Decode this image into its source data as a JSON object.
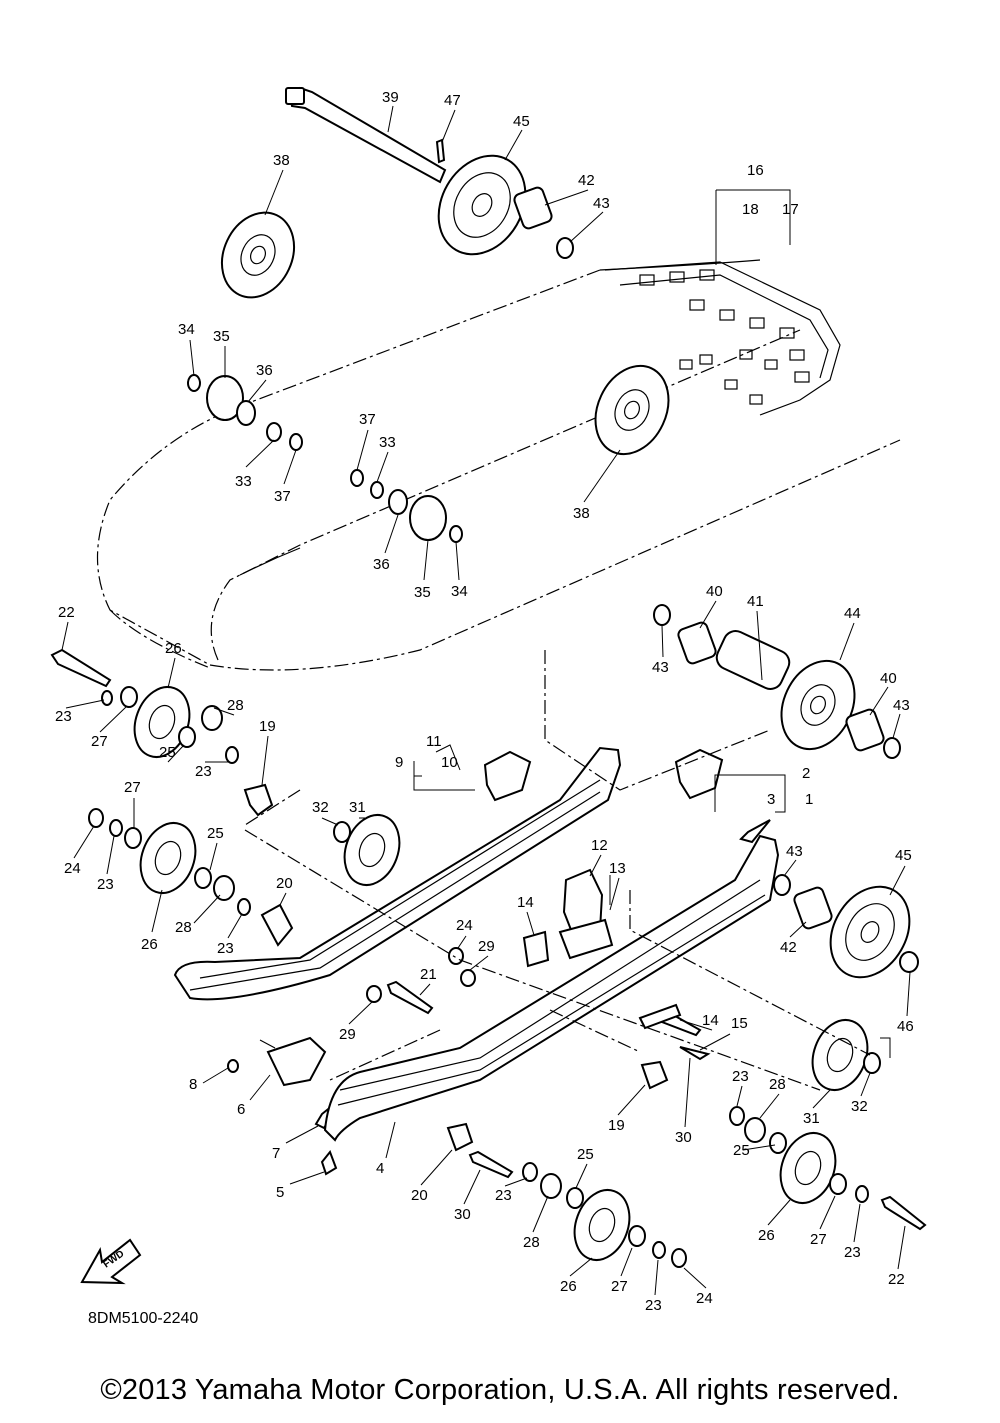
{
  "diagram_code": "8DM5100-2240",
  "copyright": "©2013 Yamaha Motor Corporation, U.S.A. All rights reserved.",
  "fwd_label": "FWD",
  "callouts": [
    {
      "id": "c39",
      "label": "39"
    },
    {
      "id": "c47",
      "label": "47"
    },
    {
      "id": "c45a",
      "label": "45"
    },
    {
      "id": "c38a",
      "label": "38"
    },
    {
      "id": "c42a",
      "label": "42"
    },
    {
      "id": "c43a",
      "label": "43"
    },
    {
      "id": "c16",
      "label": "16"
    },
    {
      "id": "c18",
      "label": "18"
    },
    {
      "id": "c17",
      "label": "17"
    },
    {
      "id": "c34a",
      "label": "34"
    },
    {
      "id": "c35a",
      "label": "35"
    },
    {
      "id": "c36a",
      "label": "36"
    },
    {
      "id": "c33a",
      "label": "33"
    },
    {
      "id": "c37a",
      "label": "37"
    },
    {
      "id": "c37b",
      "label": "37"
    },
    {
      "id": "c33b",
      "label": "33"
    },
    {
      "id": "c38b",
      "label": "38"
    },
    {
      "id": "c36b",
      "label": "36"
    },
    {
      "id": "c35b",
      "label": "35"
    },
    {
      "id": "c34b",
      "label": "34"
    },
    {
      "id": "c22a",
      "label": "22"
    },
    {
      "id": "c26a",
      "label": "26"
    },
    {
      "id": "c23a",
      "label": "23"
    },
    {
      "id": "c27a",
      "label": "27"
    },
    {
      "id": "c28a",
      "label": "28"
    },
    {
      "id": "c19a",
      "label": "19"
    },
    {
      "id": "c25a",
      "label": "25"
    },
    {
      "id": "c23b",
      "label": "23"
    },
    {
      "id": "c40a",
      "label": "40"
    },
    {
      "id": "c41",
      "label": "41"
    },
    {
      "id": "c44",
      "label": "44"
    },
    {
      "id": "c43b",
      "label": "43"
    },
    {
      "id": "c40b",
      "label": "40"
    },
    {
      "id": "c43c",
      "label": "43"
    },
    {
      "id": "c11",
      "label": "11"
    },
    {
      "id": "c9",
      "label": "9"
    },
    {
      "id": "c10",
      "label": "10"
    },
    {
      "id": "c2",
      "label": "2"
    },
    {
      "id": "c3",
      "label": "3"
    },
    {
      "id": "c1",
      "label": "1"
    },
    {
      "id": "c32a",
      "label": "32"
    },
    {
      "id": "c31a",
      "label": "31"
    },
    {
      "id": "c27b",
      "label": "27"
    },
    {
      "id": "c24a",
      "label": "24"
    },
    {
      "id": "c23c",
      "label": "23"
    },
    {
      "id": "c25b",
      "label": "25"
    },
    {
      "id": "c26b",
      "label": "26"
    },
    {
      "id": "c28b",
      "label": "28"
    },
    {
      "id": "c23d",
      "label": "23"
    },
    {
      "id": "c20a",
      "label": "20"
    },
    {
      "id": "c12",
      "label": "12"
    },
    {
      "id": "c13",
      "label": "13"
    },
    {
      "id": "c14a",
      "label": "14"
    },
    {
      "id": "c43d",
      "label": "43"
    },
    {
      "id": "c45b",
      "label": "45"
    },
    {
      "id": "c42b",
      "label": "42"
    },
    {
      "id": "c24b",
      "label": "24"
    },
    {
      "id": "c29a",
      "label": "29"
    },
    {
      "id": "c21",
      "label": "21"
    },
    {
      "id": "c29b",
      "label": "29"
    },
    {
      "id": "c46",
      "label": "46"
    },
    {
      "id": "c14b",
      "label": "14"
    },
    {
      "id": "c15",
      "label": "15"
    },
    {
      "id": "c8",
      "label": "8"
    },
    {
      "id": "c6",
      "label": "6"
    },
    {
      "id": "c7",
      "label": "7"
    },
    {
      "id": "c4",
      "label": "4"
    },
    {
      "id": "c5",
      "label": "5"
    },
    {
      "id": "c31b",
      "label": "31"
    },
    {
      "id": "c32b",
      "label": "32"
    },
    {
      "id": "c23e",
      "label": "23"
    },
    {
      "id": "c28c",
      "label": "28"
    },
    {
      "id": "c19b",
      "label": "19"
    },
    {
      "id": "c30a",
      "label": "30"
    },
    {
      "id": "c25c",
      "label": "25"
    },
    {
      "id": "c20b",
      "label": "20"
    },
    {
      "id": "c30b",
      "label": "30"
    },
    {
      "id": "c23f",
      "label": "23"
    },
    {
      "id": "c28d",
      "label": "28"
    },
    {
      "id": "c25d",
      "label": "25"
    },
    {
      "id": "c26c",
      "label": "26"
    },
    {
      "id": "c27c",
      "label": "27"
    },
    {
      "id": "c23g",
      "label": "23"
    },
    {
      "id": "c22b",
      "label": "22"
    },
    {
      "id": "c26d",
      "label": "26"
    },
    {
      "id": "c27d",
      "label": "27"
    },
    {
      "id": "c23h",
      "label": "23"
    },
    {
      "id": "c24c",
      "label": "24"
    }
  ]
}
